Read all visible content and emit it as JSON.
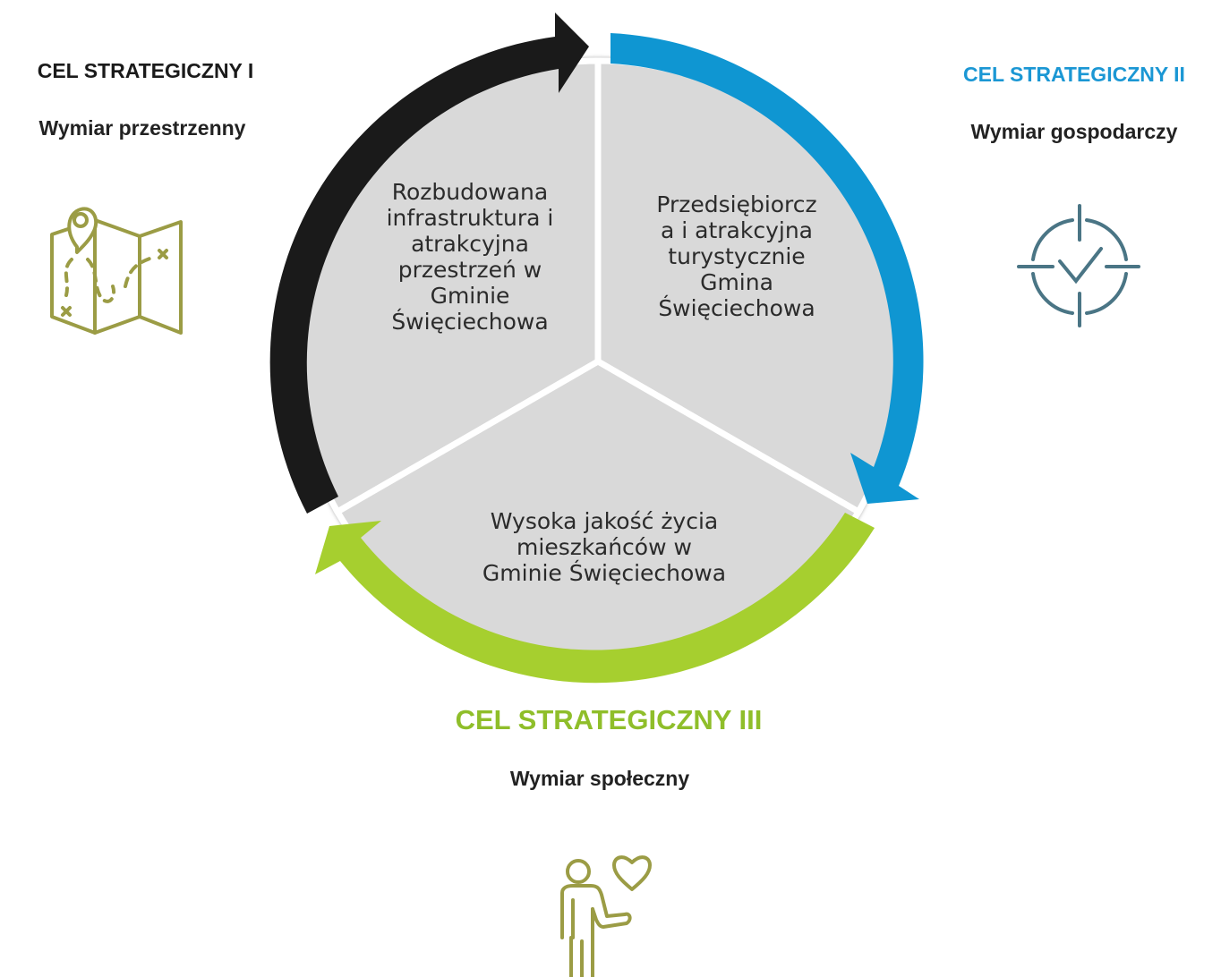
{
  "goals": [
    {
      "title": "CEL STRATEGICZNY I",
      "subtitle": "Wymiar przestrzenny",
      "color": "#1a1a1a",
      "icon": "map-icon",
      "icon_color": "#9b9c45"
    },
    {
      "title": "CEL STRATEGICZNY II",
      "subtitle": "Wymiar gospodarczy",
      "color": "#1b97d4",
      "icon": "target-check-icon",
      "icon_color": "#4a7585"
    },
    {
      "title": "CEL STRATEGICZNY III",
      "subtitle": "Wymiar społeczny",
      "color": "#8fbe2a",
      "icon": "person-heart-icon",
      "icon_color": "#9b9c45"
    }
  ],
  "sectors": [
    {
      "lines": [
        "Rozbudowana",
        "infrastruktura i",
        "atrakcyjna",
        "przestrzeń w",
        "Gminie",
        "Święciechowa"
      ]
    },
    {
      "lines": [
        "Przedsiębiorcz",
        "a i atrakcyjna",
        "turystycznie",
        "Gmina",
        "Święciechowa"
      ]
    },
    {
      "lines": [
        "Wysoka jakość życia",
        "mieszkańców w",
        "Gminie Święciechowa"
      ]
    }
  ],
  "colors": {
    "sector_fill": "#d9d9d9",
    "arrow_black": "#1a1a1a",
    "arrow_blue": "#0f96d2",
    "arrow_green": "#a6cf2f"
  }
}
